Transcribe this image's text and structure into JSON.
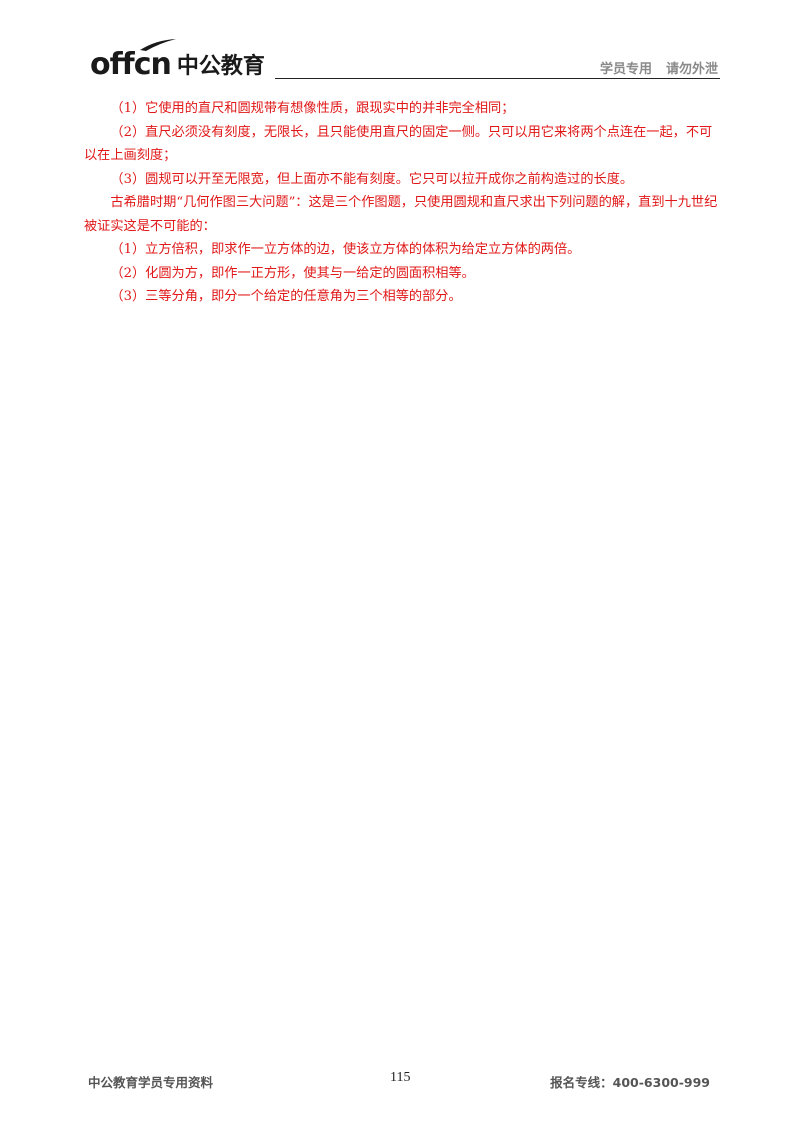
{
  "header": {
    "logo_mark": "offcn",
    "logo_text": "中公教育",
    "tag_1": "学员专用",
    "tag_2": "请勿外泄"
  },
  "content": {
    "paragraphs": [
      "（1）它使用的直尺和圆规带有想像性质，跟现实中的并非完全相同；",
      "（2）直尺必须没有刻度，无限长，且只能使用直尺的固定一侧。只可以用它来将两个点连在一起，不可以在上画刻度；",
      "（3）圆规可以开至无限宽，但上面亦不能有刻度。它只可以拉开成你之前构造过的长度。",
      "古希腊时期“几何作图三大问题”：这是三个作图题，只使用圆规和直尺求出下列问题的解，直到十九世纪被证实这是不可能的：",
      "（1）立方倍积，即求作一立方体的边，使该立方体的体积为给定立方体的两倍。",
      "（2）化圆为方，即作一正方形，使其与一给定的圆面积相等。",
      "（3）三等分角，即分一个给定的任意角为三个相等的部分。"
    ]
  },
  "footer": {
    "left": "中公教育学员专用资料",
    "page_number": "115",
    "right": "报名专线：400-6300-999"
  },
  "colors": {
    "body_text": "#e01818",
    "header_tag": "#8a8a8a",
    "logo": "#1a1a1a"
  }
}
